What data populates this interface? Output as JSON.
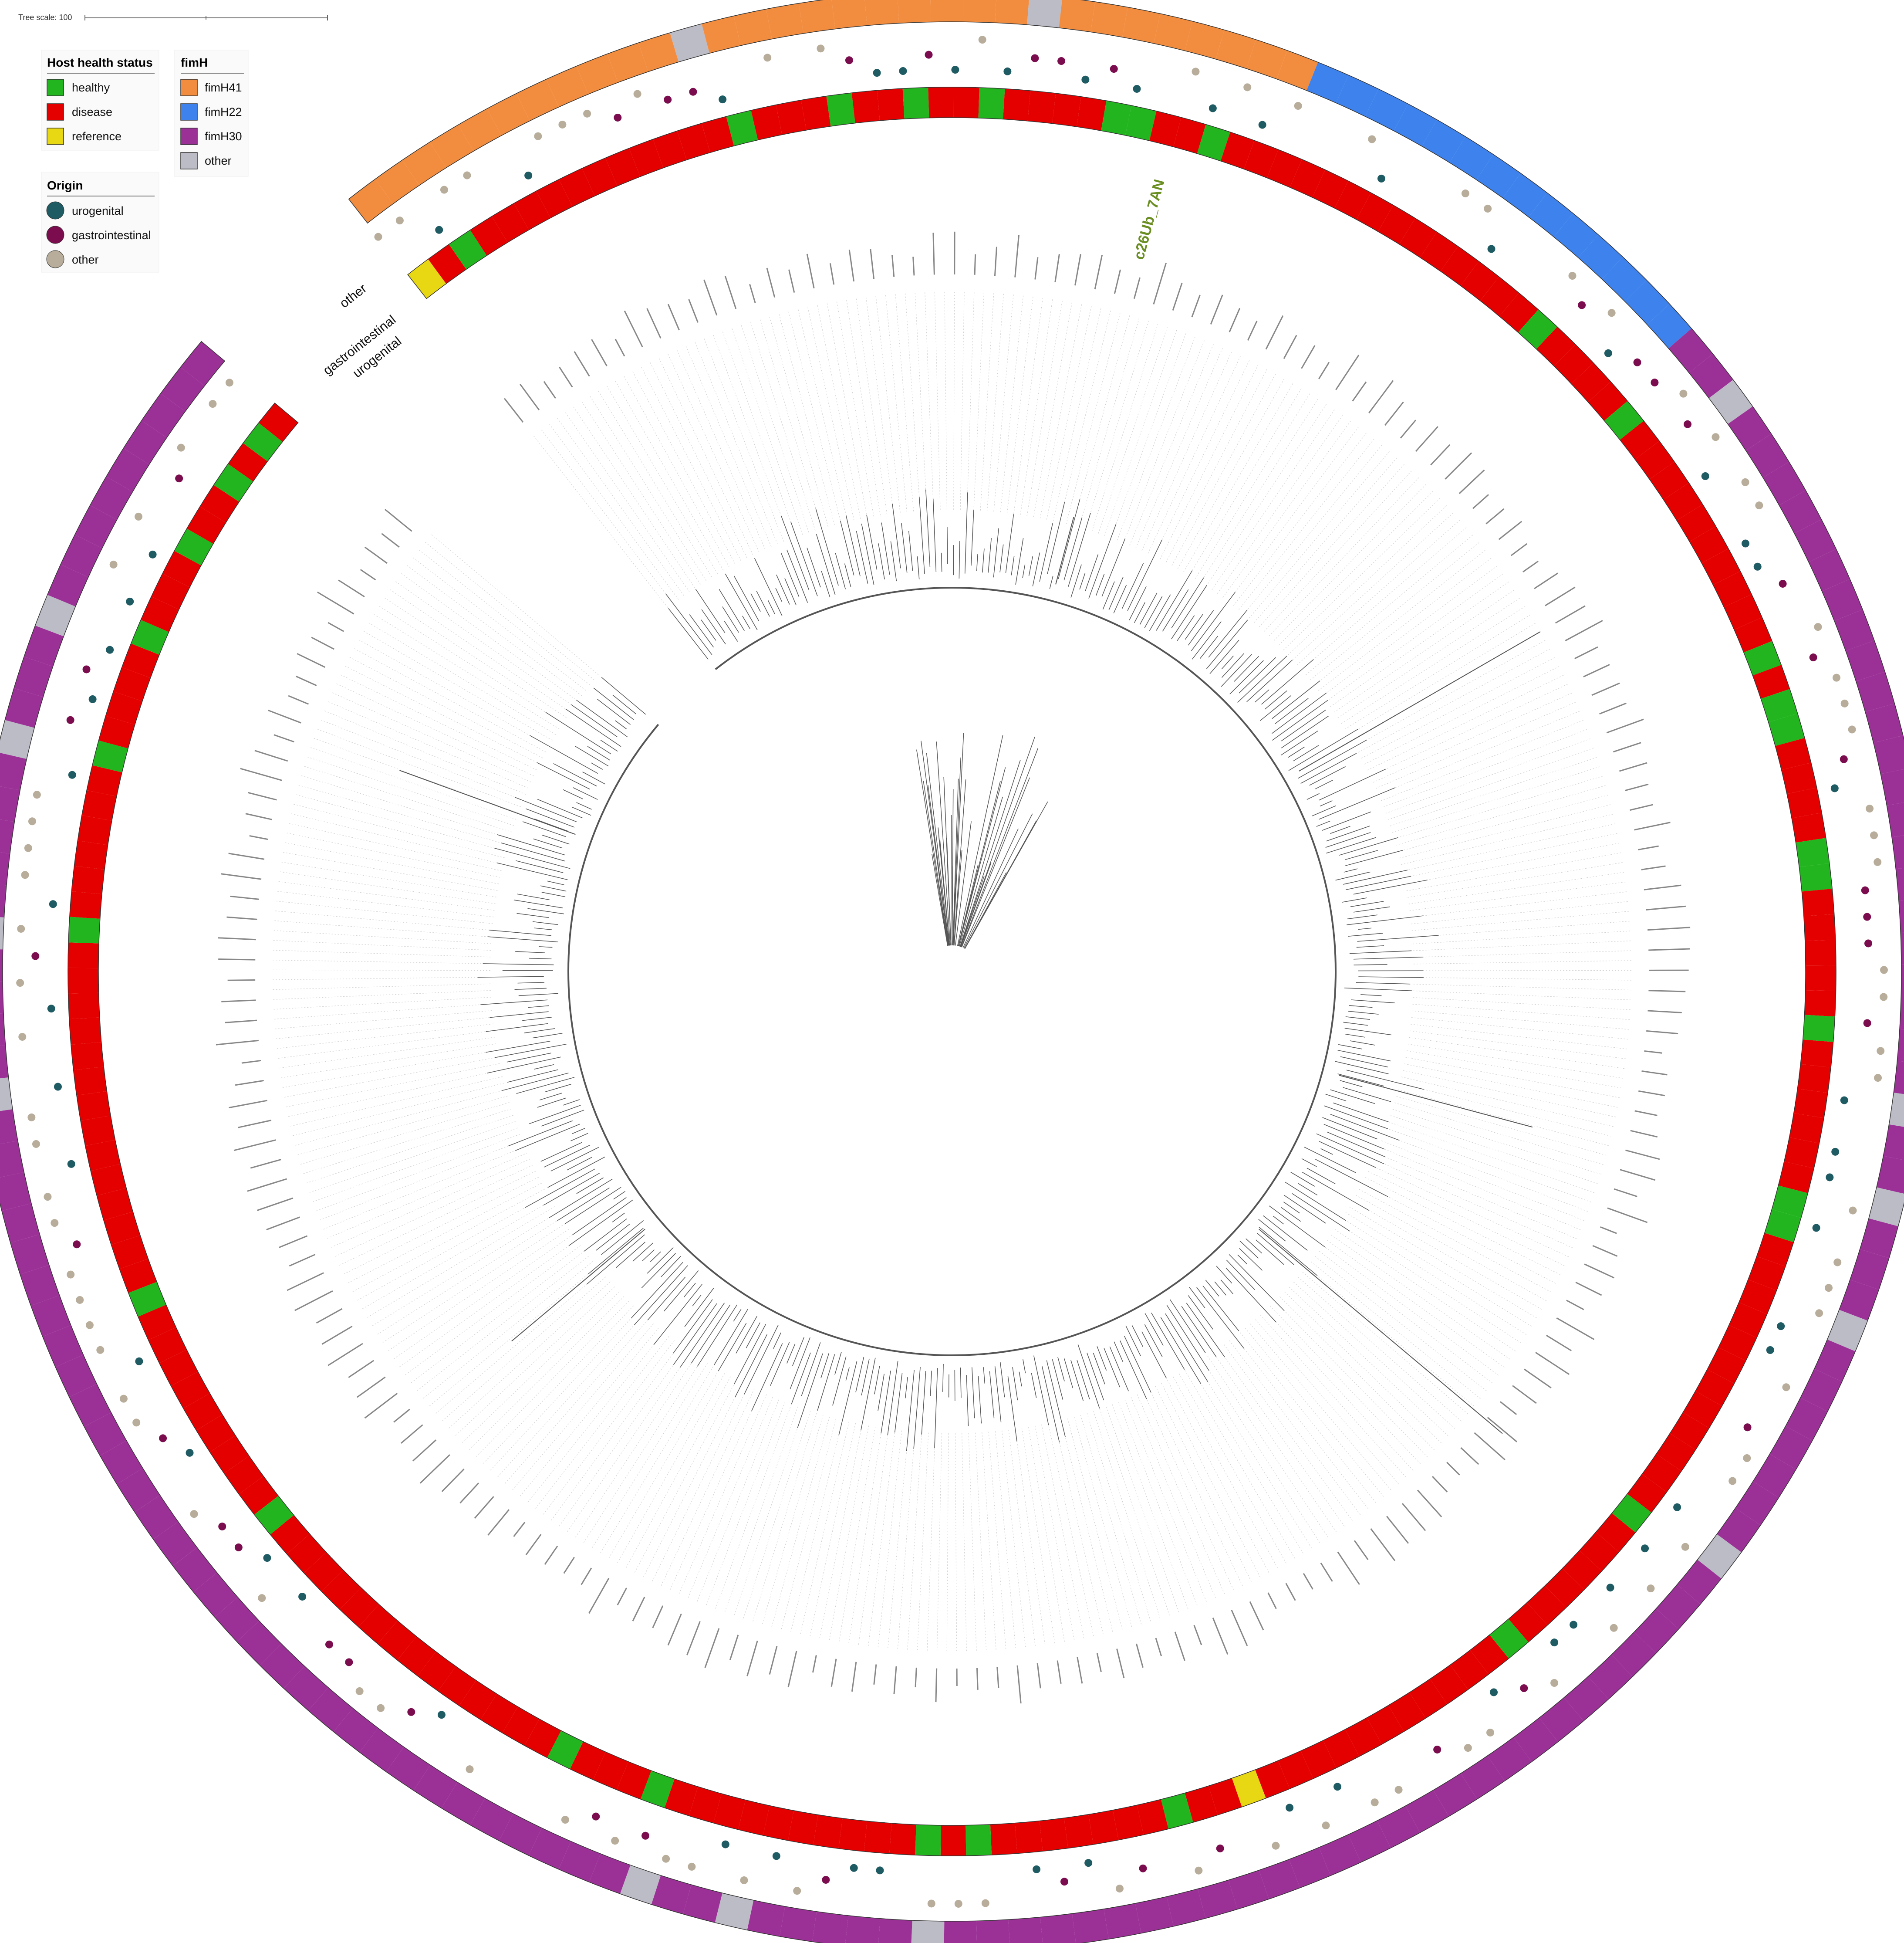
{
  "tree_scale": {
    "label": "Tree scale: 100"
  },
  "legend": {
    "host_health": {
      "title": "Host health status",
      "items": [
        {
          "label": "healthy",
          "color": "#22b51f"
        },
        {
          "label": "disease",
          "color": "#e50000"
        },
        {
          "label": "reference",
          "color": "#e8d713"
        }
      ]
    },
    "fimh": {
      "title": "fimH",
      "items": [
        {
          "label": "fimH41",
          "color": "#f28d3f"
        },
        {
          "label": "fimH22",
          "color": "#3d82ed"
        },
        {
          "label": "fimH30",
          "color": "#9b3196"
        },
        {
          "label": "other",
          "color": "#bcbcc6"
        }
      ]
    },
    "origin": {
      "title": "Origin",
      "items": [
        {
          "label": "urogenital",
          "color": "#1e5b63"
        },
        {
          "label": "gastrointestinal",
          "color": "#7b0d4f"
        },
        {
          "label": "other",
          "color": "#b8ad9a"
        }
      ]
    }
  },
  "ring_labels": [
    "other",
    "gastrointestinal",
    "urogenital"
  ],
  "highlighted_leaf": "c26Ub_7AN",
  "colors": {
    "line": "#555555",
    "guide": "#cccccc",
    "ring_border": "#333333"
  }
}
